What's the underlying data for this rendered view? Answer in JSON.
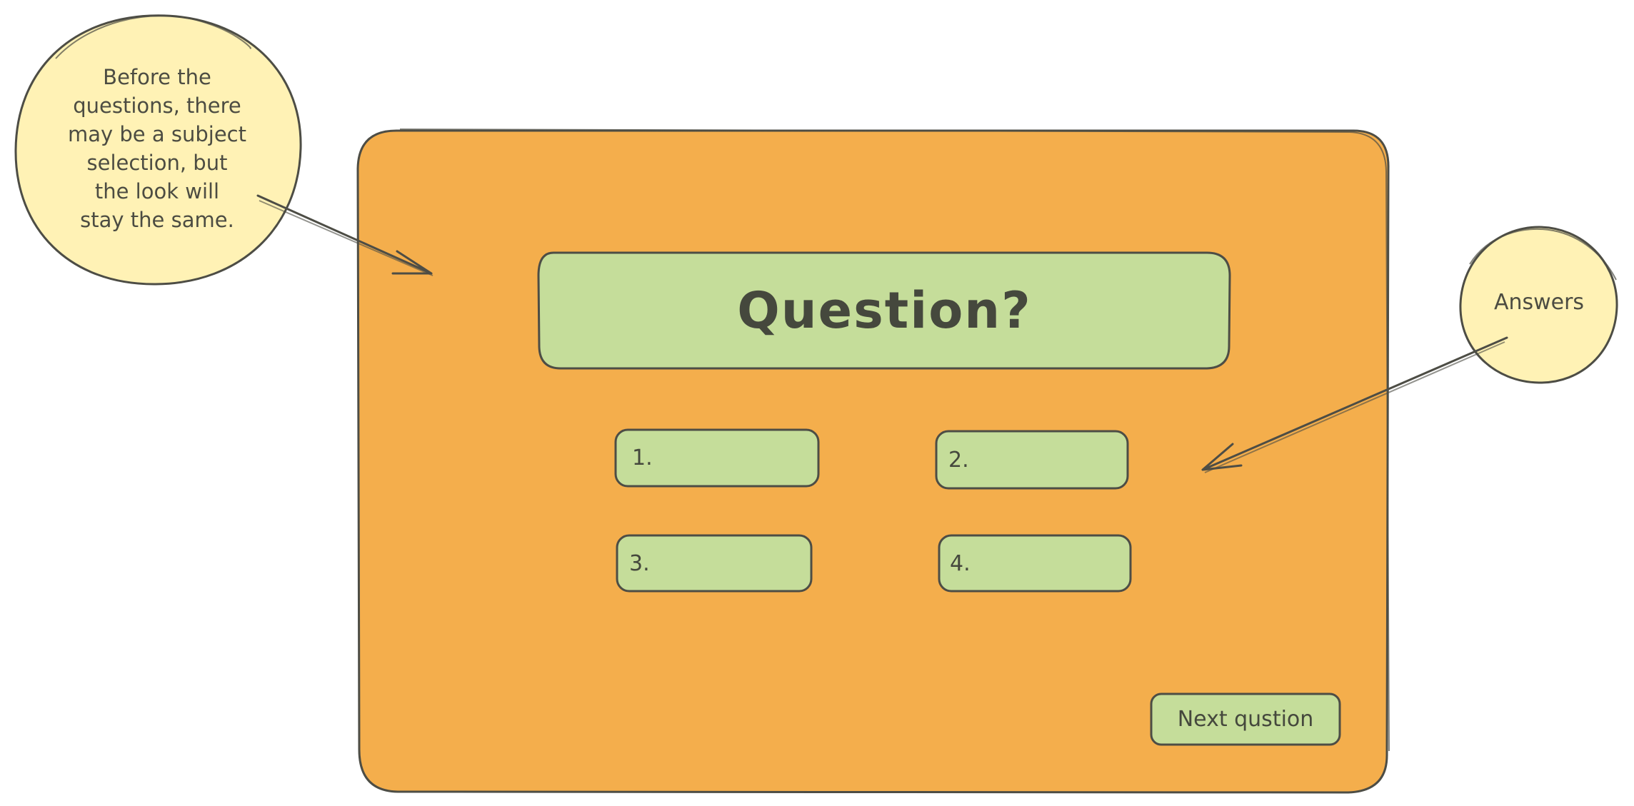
{
  "canvas": {
    "background": "#ffffff"
  },
  "colors": {
    "panel_fill": "#f4ae4c",
    "green_fill": "#c5dd9a",
    "note_fill": "#fff2b5",
    "stroke": "#4d4d45"
  },
  "main_panel": {
    "question": "Question?",
    "answers": [
      "1.",
      "2.",
      "3.",
      "4."
    ],
    "next_button": "Next qustion"
  },
  "annotations": {
    "subject_note": "Before the\nquestions, there\nmay be a subject\nselection, but\nthe look will\nstay the same.",
    "answers_note": "Answers"
  }
}
